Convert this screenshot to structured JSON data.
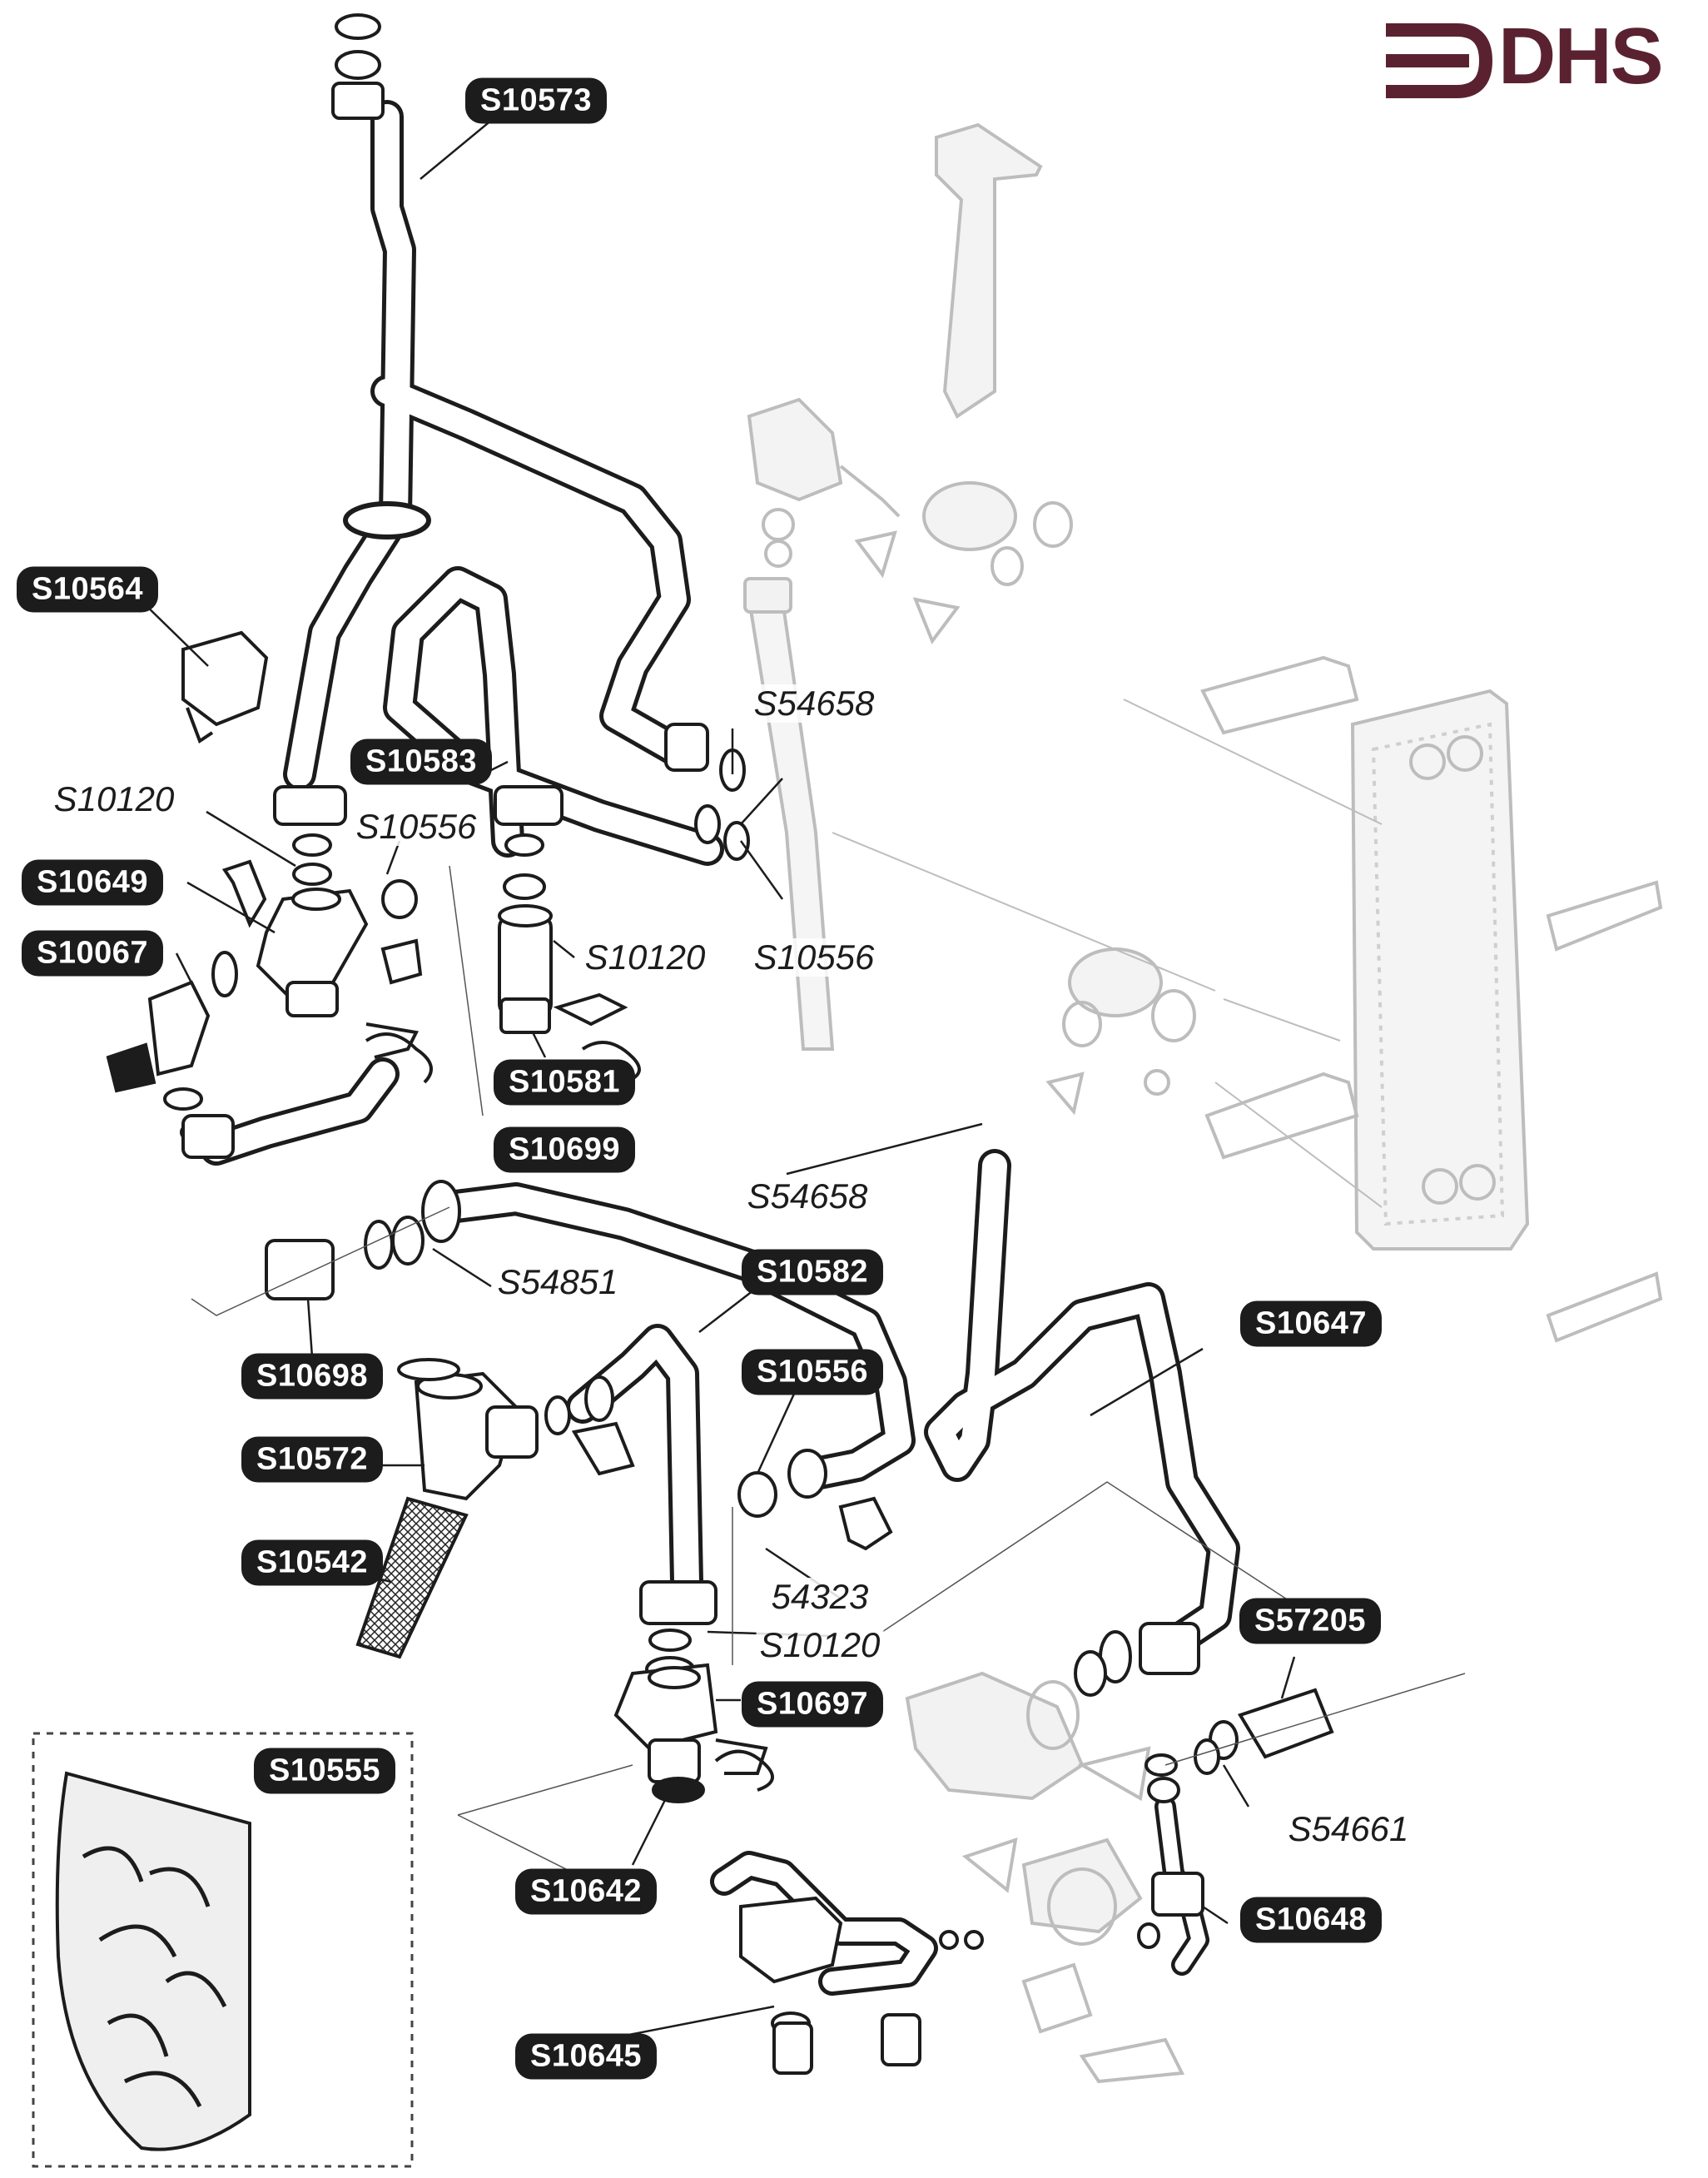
{
  "brand": {
    "logo_text": "DHS",
    "logo_color": "#5a2230"
  },
  "callouts": {
    "S10573": "S10573",
    "S10564": "S10564",
    "S10583": "S10583",
    "S54658_top": "S54658",
    "S10120_left": "S10120",
    "S10556_mid": "S10556",
    "S10649": "S10649",
    "S10067": "S10067",
    "S10120_mid": "S10120",
    "S10556_right": "S10556",
    "S10581": "S10581",
    "S10699": "S10699",
    "S54658_mid": "S54658",
    "S54851": "S54851",
    "S10582": "S10582",
    "S10647": "S10647",
    "S10698": "S10698",
    "S10556_low": "S10556",
    "S10572": "S10572",
    "S10542": "S10542",
    "54323": "54323",
    "S10120_low": "S10120",
    "S57205": "S57205",
    "S10697": "S10697",
    "S10555": "S10555",
    "S54661": "S54661",
    "S10642": "S10642",
    "S10648": "S10648",
    "S10645": "S10645"
  }
}
